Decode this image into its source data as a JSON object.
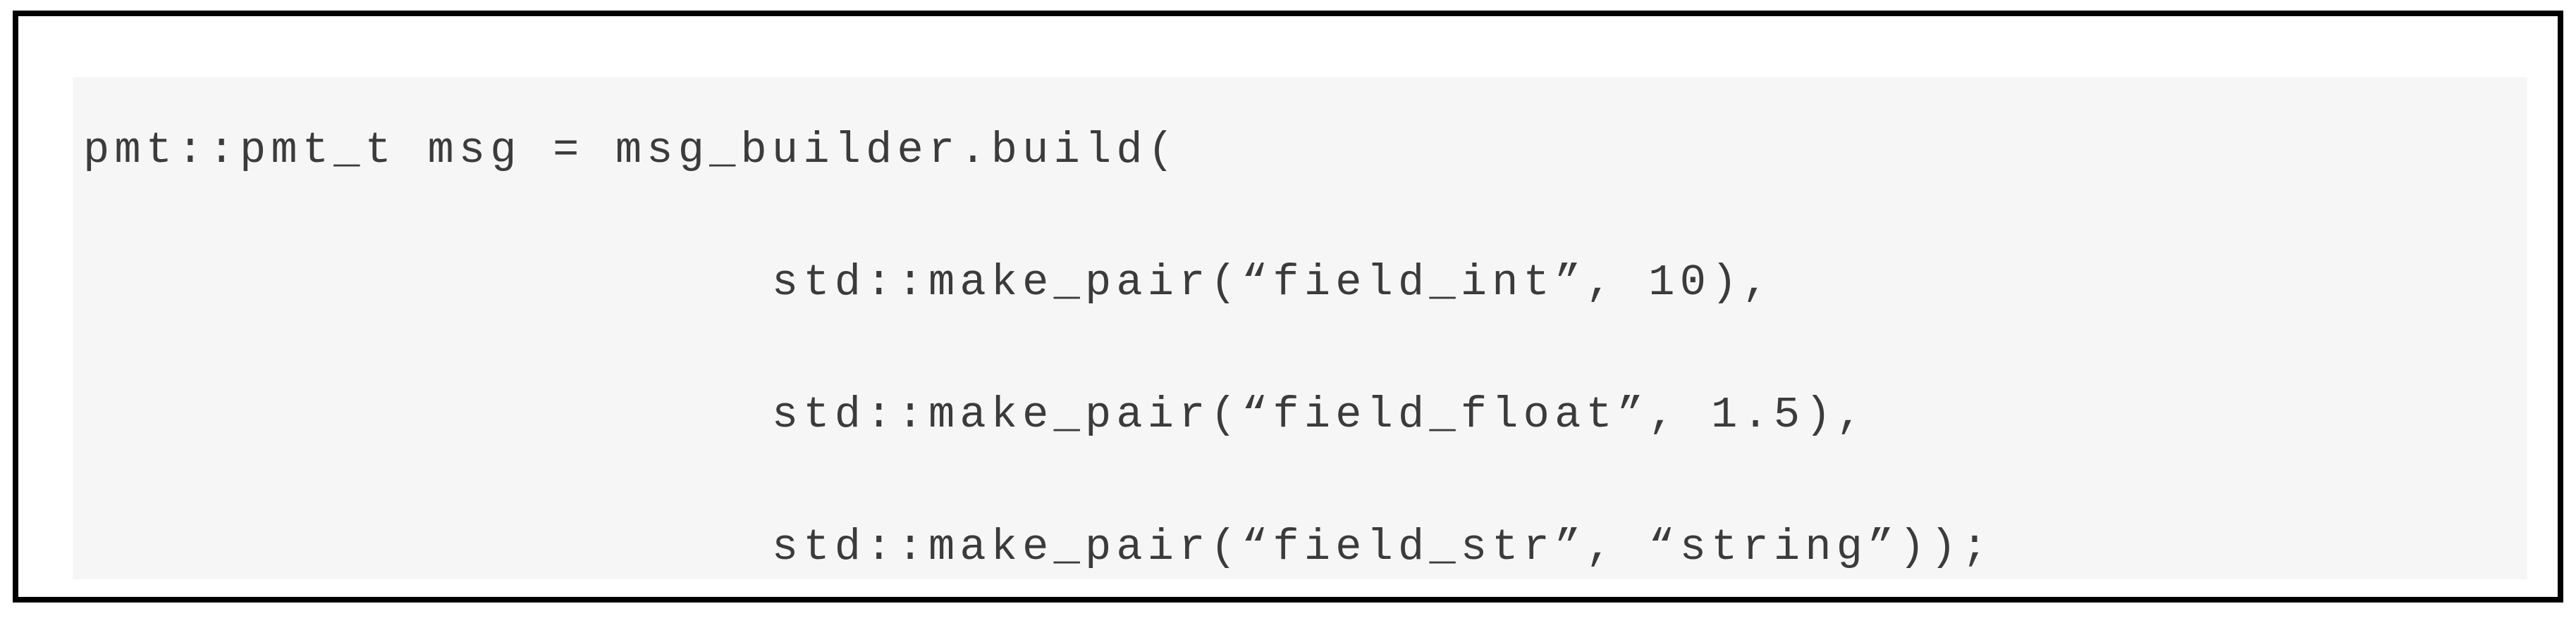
{
  "figure": {
    "border_color": "#000000",
    "page_background": "#ffffff",
    "code_background": "#f6f6f6",
    "code_text_color": "#3b3b3b"
  },
  "code": {
    "language": "cpp",
    "lines": [
      "pmt::pmt_t msg = msg_builder.build(",
      "                      std::make_pair(“field_int”, 10),",
      "                      std::make_pair(“field_float”, 1.5),",
      "                      std::make_pair(“field_str”, “string”));"
    ],
    "full_text": "pmt::pmt_t msg = msg_builder.build(\n                      std::make_pair(“field_int”, 10),\n                      std::make_pair(“field_float”, 1.5),\n                      std::make_pair(“field_str”, “string”));",
    "symbols": {
      "type": "pmt::pmt_t",
      "variable": "msg",
      "object": "msg_builder",
      "method": "build",
      "helper": "std::make_pair"
    },
    "fields": [
      {
        "name": "field_int",
        "value": "10"
      },
      {
        "name": "field_float",
        "value": "1.5"
      },
      {
        "name": "field_str",
        "value": "“string”"
      }
    ]
  }
}
